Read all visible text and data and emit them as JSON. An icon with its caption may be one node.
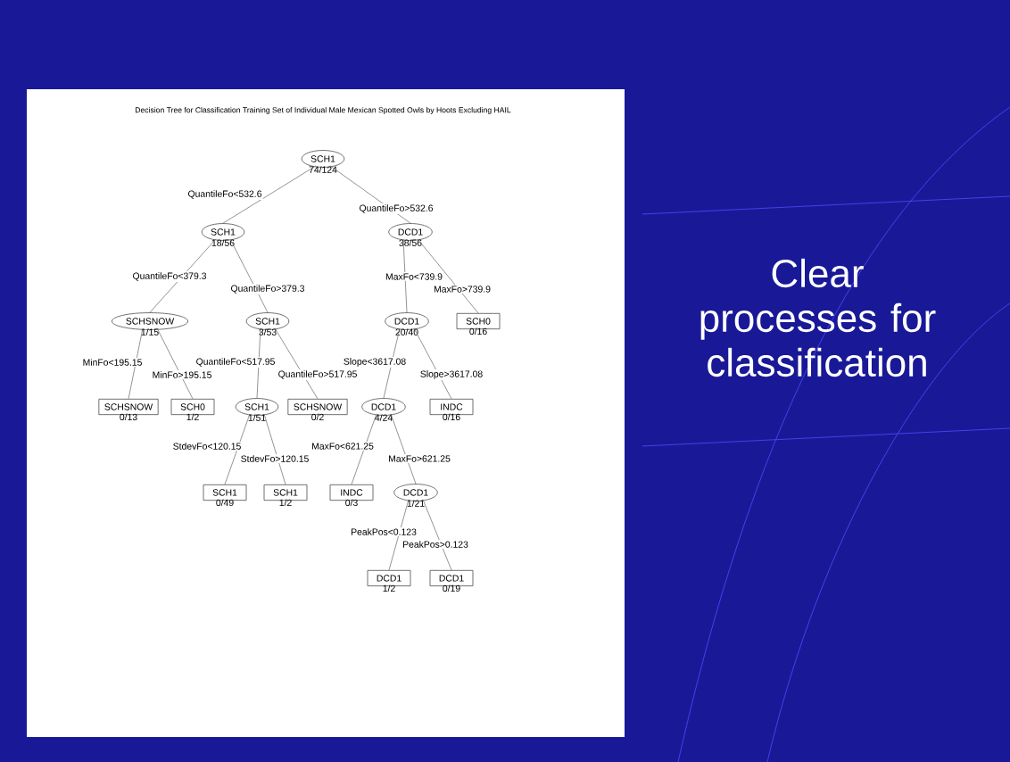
{
  "diagram": {
    "title": "Decision Tree for Classification Training Set of Individual Male Mexican Spotted Owls by Hoots Excluding HAIL",
    "nodes": [
      {
        "text": [
          "SCH1"
        ],
        "beside": [
          "74/124"
        ]
      },
      {
        "text": [
          "SCH1"
        ],
        "beside": [
          "18/56"
        ]
      },
      {
        "text": [
          "DCD1"
        ],
        "beside": [
          "38/56"
        ]
      },
      {
        "text": [
          "SCHSNOW"
        ],
        "beside": [
          "1/15"
        ]
      },
      {
        "text": [
          "SCH1"
        ],
        "beside": [
          "3/53"
        ]
      },
      {
        "text": [
          "DCD1"
        ],
        "beside": [
          "20/40"
        ]
      },
      {
        "text": [
          "SCH0"
        ],
        "beside": [
          "0/16"
        ]
      },
      {
        "text": [
          "SCHSNOW"
        ],
        "beside": [
          "0/13"
        ]
      },
      {
        "text": [
          "SCH0"
        ],
        "beside": [
          "1/2"
        ]
      },
      {
        "text": [
          "SCH1"
        ],
        "beside": [
          "1/51"
        ]
      },
      {
        "text": [
          "SCHSNOW"
        ],
        "beside": [
          "0/2"
        ]
      },
      {
        "text": [
          "DCD1"
        ],
        "beside": [
          "4/24"
        ]
      },
      {
        "text": [
          "INDC"
        ],
        "beside": [
          "0/16"
        ]
      },
      {
        "text": [
          "SCH1"
        ],
        "beside": [
          "0/49"
        ]
      },
      {
        "text": [
          "SCH1"
        ],
        "beside": [
          "1/2"
        ]
      },
      {
        "text": [
          "INDC"
        ],
        "beside": [
          "0/3"
        ]
      },
      {
        "text": [
          "DCD1"
        ],
        "beside": [
          "1/21"
        ]
      },
      {
        "text": [
          "DCD1"
        ],
        "beside": [
          "1/2"
        ]
      },
      {
        "text": [
          "DCD1"
        ],
        "beside": [
          "0/19"
        ]
      }
    ],
    "edges": [
      {
        "from": 0,
        "to": 1,
        "arrow": "none",
        "label": "QuantileFo<532.6"
      },
      {
        "from": 0,
        "to": 2,
        "arrow": "none",
        "label": "QuantileFo>532.6"
      },
      {
        "from": 1,
        "to": 3,
        "arrow": "none",
        "label": "QuantileFo<379.3"
      },
      {
        "from": 1,
        "to": 4,
        "arrow": "none",
        "label": "QuantileFo>379.3"
      },
      {
        "from": 2,
        "to": 5,
        "arrow": "none",
        "label": "MaxFo<739.9"
      },
      {
        "from": 2,
        "to": 6,
        "arrow": "none",
        "label": "MaxFo>739.9"
      },
      {
        "from": 3,
        "to": 7,
        "arrow": "none",
        "label": "MinFo<195.15"
      },
      {
        "from": 3,
        "to": 8,
        "arrow": "none",
        "label": "MinFo>195.15"
      },
      {
        "from": 4,
        "to": 9,
        "arrow": "none",
        "label": "QuantileFo<517.95"
      },
      {
        "from": 4,
        "to": 10,
        "arrow": "none",
        "label": "QuantileFo>517.95"
      },
      {
        "from": 5,
        "to": 11,
        "arrow": "none",
        "label": "Slope<3617.08"
      },
      {
        "from": 5,
        "to": 12,
        "arrow": "none",
        "label": "Slope>3617.08"
      },
      {
        "from": 9,
        "to": 13,
        "arrow": "none",
        "label": "StdevFo<120.15"
      },
      {
        "from": 9,
        "to": 14,
        "arrow": "none",
        "label": "StdevFo>120.15"
      },
      {
        "from": 11,
        "to": 15,
        "arrow": "none",
        "label": "MaxFo<621.25"
      },
      {
        "from": 11,
        "to": 16,
        "arrow": "none",
        "label": "MaxFo>621.25"
      },
      {
        "from": 16,
        "to": 17,
        "arrow": "none",
        "label": "PeakPos<0.123"
      },
      {
        "from": 16,
        "to": 18,
        "arrow": "none",
        "label": "PeakPos>0.123"
      }
    ],
    "labels": [
      "Clear processes for classification"
    ]
  }
}
